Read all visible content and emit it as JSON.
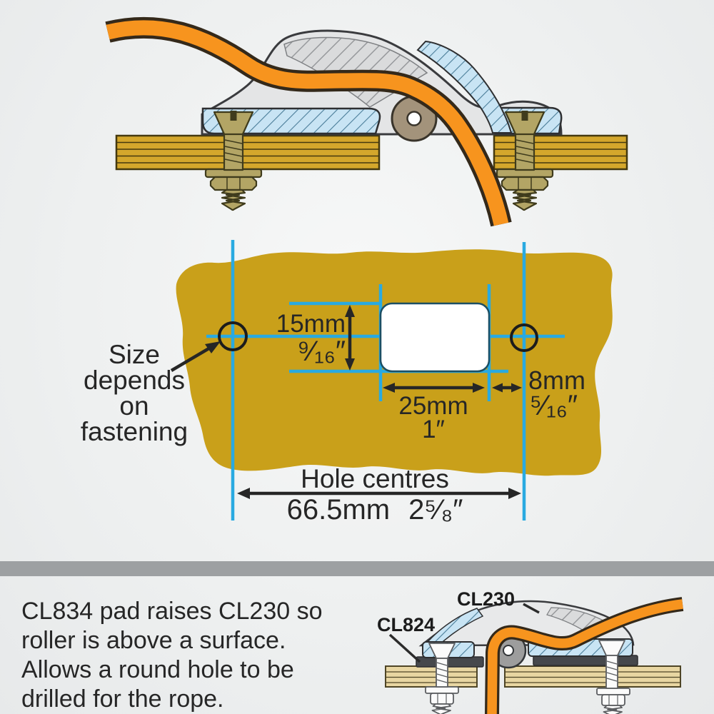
{
  "template": {
    "size_note_lines": [
      "Size",
      "depends",
      "on",
      "fastening"
    ],
    "dim_height_mm": "15mm",
    "dim_height_in": "⁹⁄₁₆″",
    "dim_width_mm": "25mm",
    "dim_width_in": "1″",
    "dim_edge_mm": "8mm",
    "dim_edge_in": "⁵⁄₁₆″",
    "hole_centres_label": "Hole centres",
    "hole_centres_mm": "66.5mm",
    "hole_centres_in": "2⁵⁄₈″"
  },
  "footer": {
    "lines": [
      "CL834 pad raises CL230 so",
      "roller is above a surface.",
      "Allows a round hole to be",
      "drilled for the rope."
    ],
    "labels": {
      "cl230": "CL230",
      "cl824": "CL824"
    }
  },
  "colors": {
    "rope_orange": "#f7941e",
    "template_gold": "#c9a01a",
    "guide_cyan": "#29aae1",
    "plywood_gold": "#d4a72c",
    "hardware_olive": "#b3a565",
    "cleat_gray": "#e4e5e6",
    "hatch_blue": "#c8e4f4",
    "pad_dark": "#46484c",
    "separator_gray": "#9da0a2",
    "text_dark": "#262626"
  }
}
